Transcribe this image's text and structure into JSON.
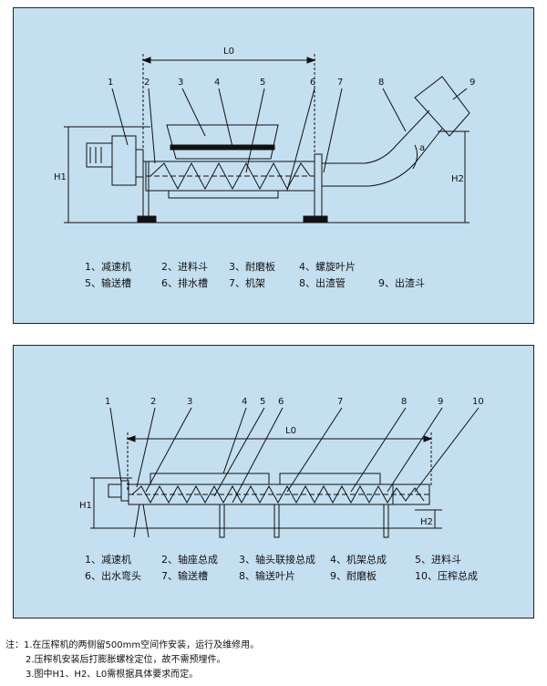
{
  "top_diagram": {
    "dimension_labels": {
      "length": "L0",
      "height_1": "H1",
      "height_2": "H2",
      "angle": "a"
    },
    "callouts": [
      "1",
      "2",
      "3",
      "4",
      "5",
      "6",
      "7",
      "8",
      "9"
    ],
    "legend": [
      "1、减速机",
      "2、进料斗",
      "3、耐磨板",
      "4、螺旋叶片",
      "5、输送槽",
      "6、排水槽",
      "7、机架",
      "8、出渣管",
      "9、出渣斗"
    ]
  },
  "bottom_diagram": {
    "dimension_labels": {
      "length": "L0",
      "height_1": "H1",
      "height_2": "H2"
    },
    "callouts": [
      "1",
      "2",
      "3",
      "4",
      "5",
      "6",
      "7",
      "8",
      "9",
      "10"
    ],
    "legend": [
      "1、减速机",
      "2、轴座总成",
      "3、轴头联接总成",
      "4、机架总成",
      "5、进料斗",
      "6、出水弯头",
      "7、输送槽",
      "8、输送叶片",
      "9、耐磨板",
      "10、压榨总成"
    ]
  },
  "notes": [
    "注：1.在压榨机的两侧留500mm空间作安装，运行及维修用。",
    "2.压榨机安装后打膨胀螺栓定位，故不需预埋件。",
    "3.图中H1、H2、L0需根据具体要求而定。"
  ],
  "colors": {
    "panel_bg": "#c4dff0",
    "line": "#111111"
  }
}
